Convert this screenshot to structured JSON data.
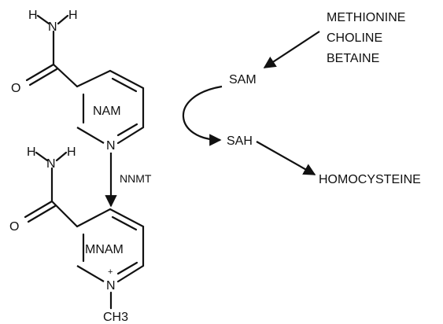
{
  "molecules": {
    "nam": {
      "name": "NAM",
      "h_left": "H",
      "h_right": "H",
      "n_amide": "N",
      "o_carbonyl": "O",
      "n_ring": "N"
    },
    "mnam": {
      "name": "MNAM",
      "h_left": "H",
      "h_right": "H",
      "n_amide": "N",
      "o_carbonyl": "O",
      "n_ring": "N",
      "charge": "+",
      "methyl": "CH3"
    }
  },
  "enzyme": {
    "label": "NNMT"
  },
  "methyl_donors": [
    "METHIONINE",
    "CHOLINE",
    "BETAINE"
  ],
  "cycle": {
    "sam": "SAM",
    "sah": "SAH",
    "product": "HOMOCYSTEINE"
  }
}
